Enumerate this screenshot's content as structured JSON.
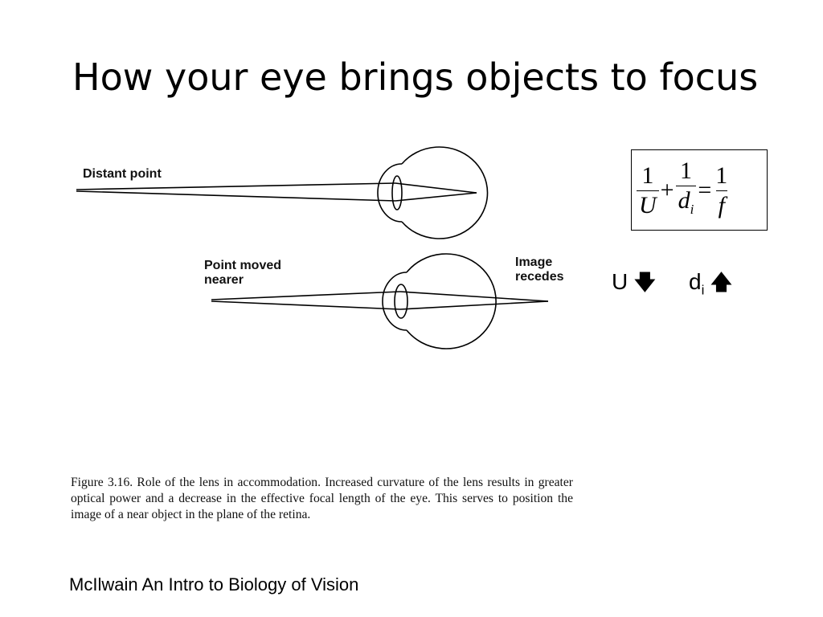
{
  "slide": {
    "title": "How your eye brings objects to focus",
    "footer": "McIlwain An Intro to Biology of Vision"
  },
  "figure": {
    "top_eye": {
      "label": "Distant point"
    },
    "bottom_eye": {
      "object_label_line1": "Point moved",
      "object_label_line2": "nearer",
      "image_label_line1": "Image",
      "image_label_line2": "recedes"
    },
    "caption": "Figure 3.16. Role of the lens in accommodation. Increased curvature of the lens results in greater optical power and a decrease in the effective focal length of the eye. This serves to position the image of a near object in the plane of the retina."
  },
  "equation": {
    "term1": {
      "numerator": "1",
      "denominator": "U"
    },
    "plus": "+",
    "term2": {
      "numerator": "1",
      "denominator": "d",
      "denominator_sub": "i"
    },
    "equals": "=",
    "term3": {
      "numerator": "1",
      "denominator": "f"
    }
  },
  "trends": {
    "u": {
      "symbol": "U",
      "arrow": "🡇",
      "direction": "down",
      "arrow_icon": "arrow-down-icon"
    },
    "di": {
      "symbol": "d",
      "sub": "i",
      "arrow": "🡅",
      "direction": "up",
      "arrow_icon": "arrow-up-icon"
    }
  }
}
